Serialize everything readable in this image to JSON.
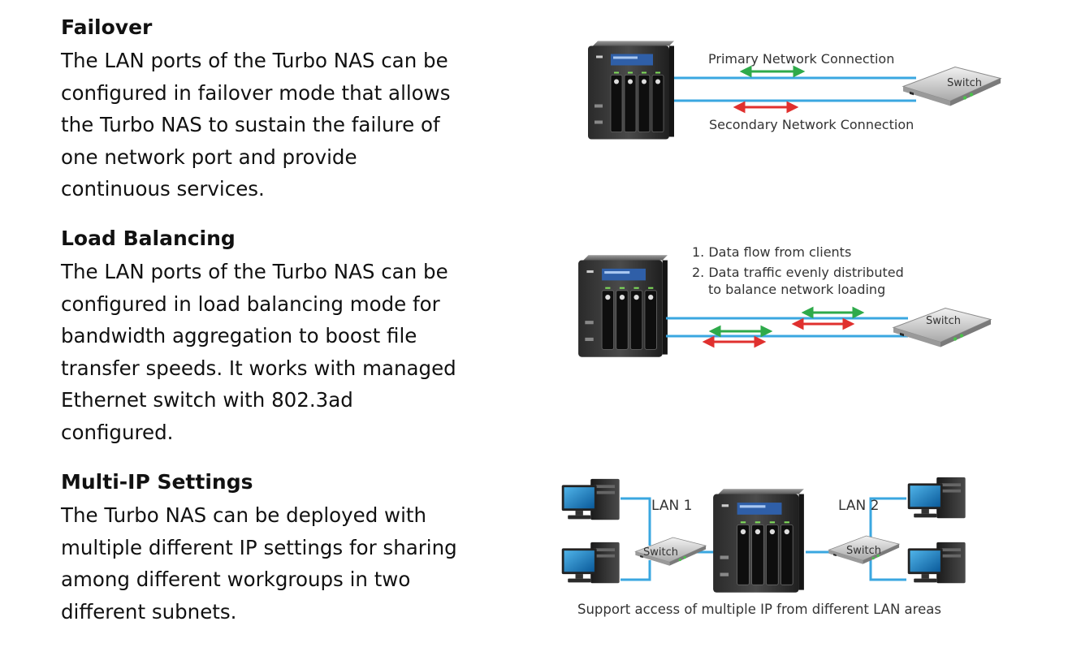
{
  "sections": [
    {
      "title": "Failover",
      "lines": [
        "The LAN ports of the Turbo NAS can be",
        "configured in failover mode that allows",
        "the Turbo NAS to sustain the failure of",
        "one network port and provide",
        "continuous services."
      ]
    },
    {
      "title": "Load Balancing",
      "lines": [
        "The LAN ports of the Turbo NAS can be",
        "configured in load balancing mode for",
        "bandwidth aggregation to boost file",
        "transfer speeds. It works with managed",
        "Ethernet switch with 802.3ad",
        "configured."
      ]
    },
    {
      "title": "Multi-IP Settings",
      "lines": [
        "The Turbo NAS can be deployed with",
        "multiple different IP settings for sharing",
        "among different workgroups in two",
        "different subnets."
      ]
    }
  ],
  "diagrams": {
    "failover": {
      "primary_label": "Primary Network Connection",
      "secondary_label": "Secondary Network Connection",
      "switch_label": "Switch"
    },
    "load_balancing": {
      "note_1": "1. Data flow from clients",
      "note_2a": "2. Data traffic evenly distributed",
      "note_2b": "to balance network loading",
      "switch_label": "Switch"
    },
    "multi_ip": {
      "lan1_label": "LAN 1",
      "lan2_label": "LAN 2",
      "switch_label": "Switch",
      "caption": "Support access of multiple IP from different LAN areas"
    }
  },
  "colors": {
    "link_line": "#3aa7e0",
    "arrow_green": "#2eaa4a",
    "arrow_red": "#e0302e"
  }
}
